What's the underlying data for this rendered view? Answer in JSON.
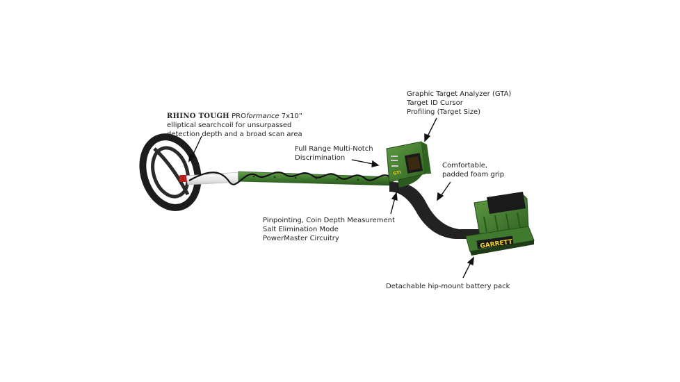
{
  "callouts": {
    "coil": {
      "brand": "RHINO TOUGH",
      "pro_prefix": "PRO",
      "pro_italic": "formance",
      "pro_suffix": " 7x10”",
      "line2": "elliptical searchcoil for unsurpassed",
      "line3": "detection depth and a broad scan area"
    },
    "gta": {
      "line1": "Graphic Target Analyzer (GTA)",
      "line2": "Target ID Cursor",
      "line3": "Profiling (Target Size)"
    },
    "notch": {
      "line1": "Full Range Multi-Notch",
      "line2": "Discrimination"
    },
    "grip": {
      "line1": "Comfortable,",
      "line2": "padded foam grip"
    },
    "pinpoint": {
      "line1": "Pinpointing, Coin Depth Measurement",
      "line2": "Salt Elimination Mode",
      "line3": "PowerMaster Circuitry"
    },
    "battery": {
      "line1": "Detachable hip-mount battery pack"
    }
  },
  "product": {
    "battery_logo": "GARRETT",
    "control_logo": "GTI"
  },
  "colors": {
    "shaft_green": "#3f7a2e",
    "dark_green": "#2c5a20",
    "coil_black": "#1c1c1c",
    "grip_black": "#222222",
    "lower_shaft": "#f2f2f2",
    "logo_yellow": "#f2d21e"
  }
}
